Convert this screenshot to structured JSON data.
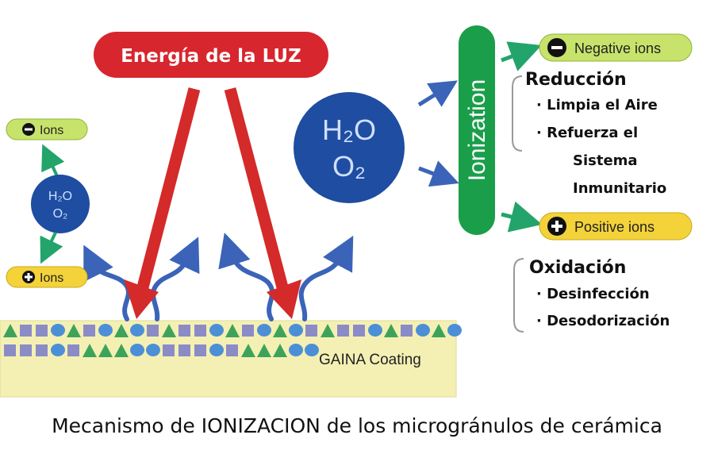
{
  "light_banner": {
    "label": "Energía de la LUZ",
    "color": "#d7262d"
  },
  "small_left": {
    "neg_label": "Ions",
    "pos_label": "Ions",
    "molecule_line1": "H₂O",
    "molecule_line2": "O₂"
  },
  "big_molecule": {
    "line1": "H₂O",
    "line2": "O₂",
    "color": "#1e4da1"
  },
  "ionization": {
    "label": "Ionization",
    "color": "#1a9e4a"
  },
  "negative": {
    "label": "Negative ions",
    "sign": "−"
  },
  "positive": {
    "label": "Positive ions",
    "sign": "+"
  },
  "reduction": {
    "heading": "Reducción",
    "items": [
      "Limpia el Aire",
      "Refuerza el",
      "Sistema",
      "Inmunitario"
    ]
  },
  "oxidation": {
    "heading": "Oxidación",
    "items": [
      "Desinfección",
      "Desodorización"
    ]
  },
  "coating": {
    "label": "GAINA Coating"
  },
  "caption": "Mecanismo de IONIZACION de los microgránulos de cerámica",
  "colors": {
    "arrow_red": "#d42a2a",
    "wavy_blue": "#3b64b8",
    "green_arrow": "#23a46b",
    "badge_green": "#c7e36b",
    "badge_yellow": "#f4d23a",
    "coating_bg": "#f4f0b4",
    "shape_purple": "#8b8cc6",
    "shape_green": "#3ea35a",
    "shape_blue": "#4d8fd6"
  }
}
